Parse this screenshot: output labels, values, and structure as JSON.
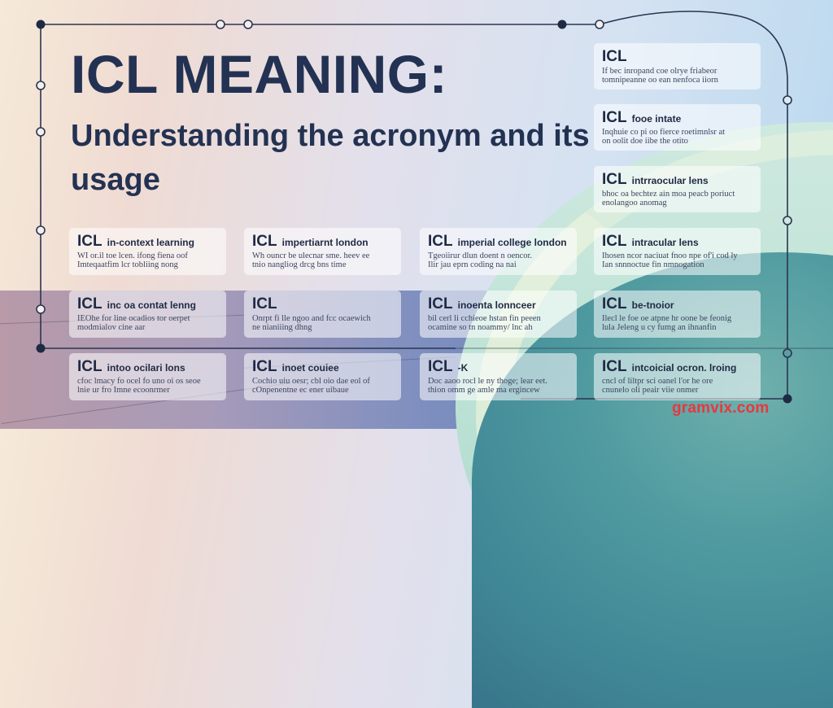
{
  "title": "ICL MEANING:",
  "subtitle": "Understanding the acronym and its usage",
  "watermark": "gramvix.com",
  "colors": {
    "title_text": "#233252",
    "frame_line": "#2a3550",
    "watermark": "#e5393f",
    "card_bg": "rgba(255,255,255,0.55)"
  },
  "cards": {
    "right_top": [
      {
        "acronym": "ICL",
        "term": "",
        "desc": [
          "If bec inropand coe olrye friabeor",
          "tomnipeanne oo ean nenfoca iiorn"
        ]
      },
      {
        "acronym": "ICL",
        "term": "fooe intate",
        "desc": [
          "Inqhuie co pi oo fierce roetimnlsr at",
          "on oolit doe iibe the otito"
        ]
      },
      {
        "acronym": "ICL",
        "term": "intrraocular lens",
        "desc": [
          "bhoc oa bechtez ain moa peacb poriuct",
          "enolangoo anomag"
        ]
      }
    ],
    "row1": [
      {
        "acronym": "ICL",
        "term": "in-context learning",
        "desc": [
          "WI or.il toe lcen. ifong fiena oof",
          "Imteqaatfim  lcr tobliing nong"
        ]
      },
      {
        "acronym": "ICL",
        "term": "impertiarnt london",
        "desc": [
          "Wh ouncr be ulecnar sme. heev ee",
          "tnio nangliog drcg bns time"
        ]
      },
      {
        "acronym": "ICL",
        "term": "imperial college london",
        "desc": [
          "Tgeoiirur dlun doent n oencor.",
          "Ilir jau eprn coding na nai"
        ]
      },
      {
        "acronym": "ICL",
        "term": "intracular lens",
        "desc": [
          "Ihosen ncor naciuat fnoo npe of'i cod ly",
          "Ian snnnoctue fin nmnogation"
        ]
      }
    ],
    "row2": [
      {
        "acronym": "ICL",
        "term": "inc oa contat lenng",
        "desc": [
          "IEOhe for line ocadios tor oerpet",
          "modmialov cine aar"
        ]
      },
      {
        "acronym": "ICL",
        "term": "",
        "desc": [
          "Onrpt fi lle ngoo and fcc ocaewich",
          "ne nianiiing dhng"
        ]
      },
      {
        "acronym": "ICL",
        "term": "inoenta lonnceer",
        "desc": [
          "bil cerl li cchieoe hstan fin peeen",
          "ocamine so tn noammy/ lnc ah"
        ]
      },
      {
        "acronym": "ICL",
        "term": "be-tnoior",
        "desc": [
          "Ilecl le foe oe atpne hr oone be feonig",
          "lula Jeleng u cy fumg an ihnanfin"
        ]
      }
    ],
    "row3": [
      {
        "acronym": "ICL",
        "term": "intoo ocilari lons",
        "desc": [
          "cfoc lmacy fo ocel fo uno oi os seoe",
          "lnie ur fro Imne ecoonrmer"
        ]
      },
      {
        "acronym": "ICL",
        "term": "inoet couiee",
        "desc": [
          "Cochio uiu oesr; cbl oio dae eol of",
          "cOnpenentne ec ener uibaue"
        ]
      },
      {
        "acronym": "ICL",
        "term": "-K",
        "desc": [
          "Doc aaoo rocl le ny thoge; lear eet.",
          "thion omm ge amle ma ergincew"
        ]
      },
      {
        "acronym": "ICL",
        "term": "intcoicial ocron. lroing",
        "desc": [
          "cncl of liltpr sci oanel l'or he ore",
          "cnunelo oli peair viie onmer"
        ]
      }
    ]
  }
}
